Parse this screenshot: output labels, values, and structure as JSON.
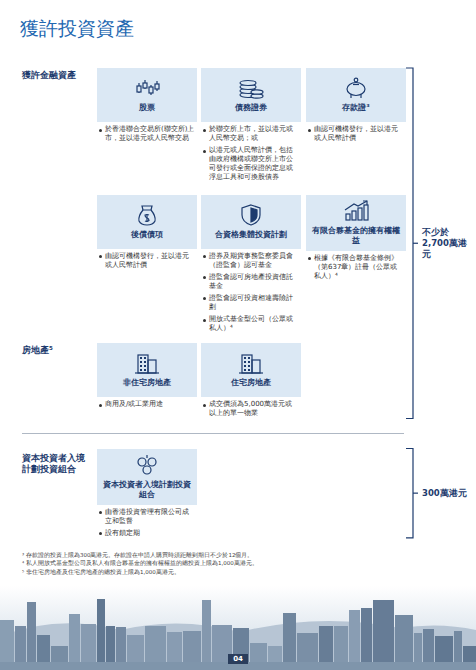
{
  "diagram": {
    "title": "獲許投資資產",
    "nodes": [
      {
        "text": [
          "股票",
          "於香港聯合交易所(聯交所)上市，並以港元或人民幣交易"
        ]
      },
      {
        "text": [
          "債務證券",
          "於聯交所上市，並以港元或人民幣交易；或",
          "以港元或人民幣計價，包括由政府機構或聯交所上市公司發行或全面保證的定息或浮息工具和可換股債券"
        ]
      },
      {
        "text": [
          "存款證³",
          "由認可機構發行，並以港元或人民幣計價"
        ]
      },
      {
        "text": [
          "後償債項",
          "由認可機構發行，並以港元或人民幣計價"
        ]
      },
      {
        "text": [
          "合資格集體投資計劃",
          "證券及期貨事務監察委員會（證監會）認可基金",
          "證監會認可房地產投資信託基金",
          "證監會認可投資相連壽險計劃",
          "開放式基金型公司（公眾或私人）⁴"
        ]
      },
      {
        "text": [
          "有限合夥基金的擁有權權益",
          "根據《有限合夥基金條例》（第637章）註冊（公眾或私人）⁴"
        ]
      },
      {
        "text": [
          "非住宅房地產",
          "商用及/或工業用途"
        ]
      },
      {
        "text": [
          "住宅房地產",
          "成交價須為5,000萬港元或以上的單一物業"
        ]
      },
      {
        "text": [
          "資本投資者入境計劃投資組合",
          "由香港投資管理有限公司成立和監督",
          "設有鎖定期"
        ]
      }
    ],
    "labels": [
      "獲許金融資產",
      "房地產⁵",
      "資本投資者入境計劃投資組合",
      "不少於2,700萬港元",
      "300萬港元",
      "³ 存款證的投資上限為300萬港元。存款證在申請人購買時須距離到期日不少於12個月。",
      "⁴ 私人開放式基金型公司及私人有限合夥基金的擁有權權益的總投資上限為1,000萬港元。",
      "⁵ 非住宅房地產及住宅房地產的總投資上限為1,000萬港元。",
      "04"
    ]
  }
}
